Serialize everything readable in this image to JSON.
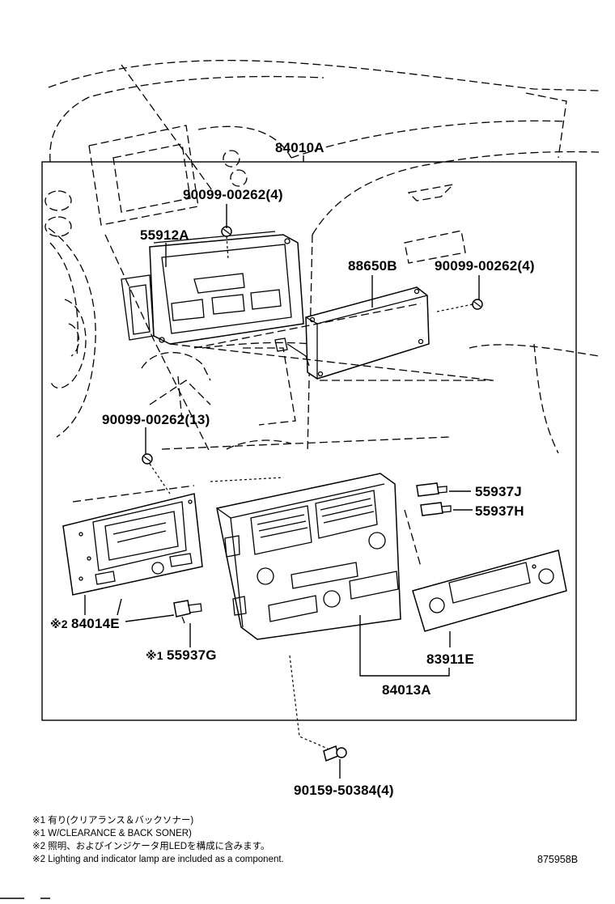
{
  "diagram": {
    "part_labels": {
      "assembly": "84010A",
      "screw_top": "90099-00262(4)",
      "bracket": "55912A",
      "ecu": "88650B",
      "screw_right": "90099-00262(4)",
      "screw_mid": "90099-00262(13)",
      "bulb_j": "55937J",
      "bulb_h": "55937H",
      "display": "84014E",
      "display_mark": "※2",
      "bulb_g": "55937G",
      "bulb_g_mark": "※1",
      "panel": "83911E",
      "switch": "84013A",
      "bolt": "90159-50384(4)"
    },
    "notes": [
      "※1 有り(クリアランス＆バックソナー)",
      "※1 W/CLEARANCE & BACK SONER)",
      "※2 照明、およびインジケータ用LEDを構成に含みます。",
      "※2 Lighting and indicator lamp are included as a component."
    ],
    "figure_code": "875958B"
  }
}
